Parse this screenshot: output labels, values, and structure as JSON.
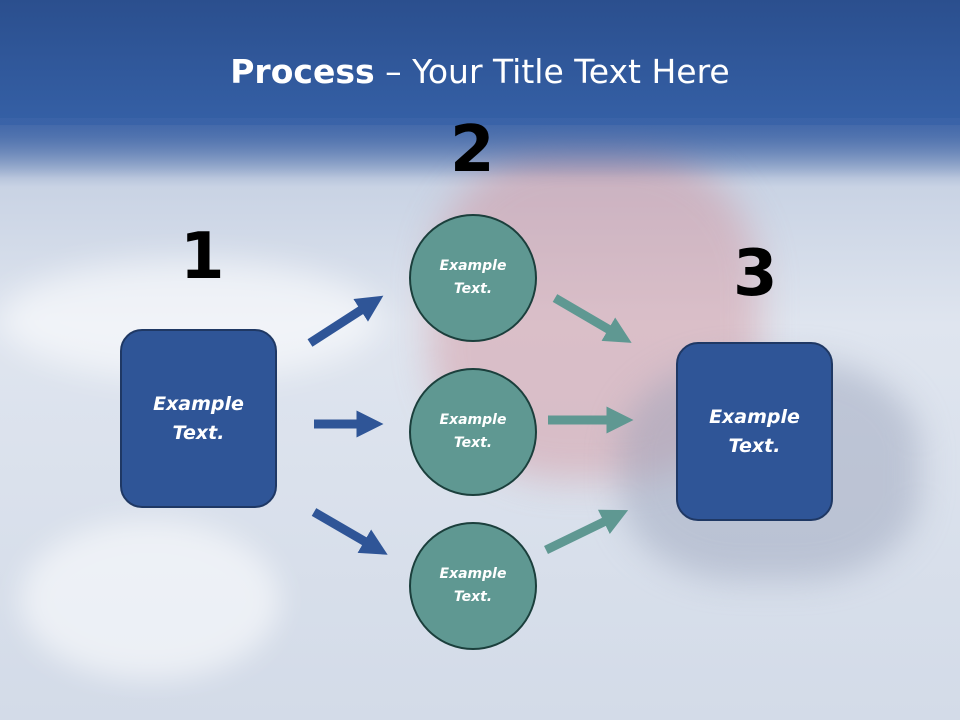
{
  "title": {
    "bold": "Process",
    "rest": " – Your Title Text Here"
  },
  "steps": {
    "one": "1",
    "two": "2",
    "three": "3"
  },
  "nodes": {
    "left_box": [
      "Example",
      "Text."
    ],
    "circle_top": [
      "Example",
      "Text."
    ],
    "circle_middle": [
      "Example",
      "Text."
    ],
    "circle_bottom": [
      "Example",
      "Text."
    ],
    "right_box": [
      "Example",
      "Text."
    ]
  },
  "colors": {
    "header": "#2f5597",
    "box": "#2f5597",
    "circle": "#5f9892",
    "arrow_blue": "#2f5597",
    "arrow_teal": "#5f9892"
  }
}
